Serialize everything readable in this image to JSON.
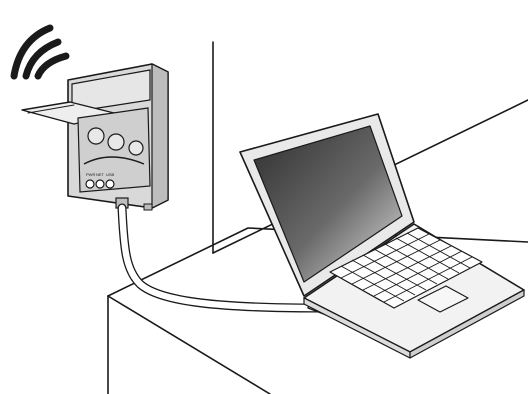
{
  "diagram": {
    "description_free": true,
    "device": {
      "port_labels": [
        "PWR",
        "NET",
        "USB"
      ]
    },
    "colors": {
      "line": "#1a1a1a",
      "device_body": "#d9d9d9",
      "device_shade": "#bdbdbd",
      "screen_dark": "#3a3a3a",
      "screen_light": "#cfcfcf",
      "laptop_body": "#f2f2f2",
      "cable": "#ffffff"
    },
    "icons": [
      "wifi-signal-icon",
      "wall-device",
      "laptop",
      "usb-cable",
      "desk",
      "wall-corner"
    ]
  }
}
